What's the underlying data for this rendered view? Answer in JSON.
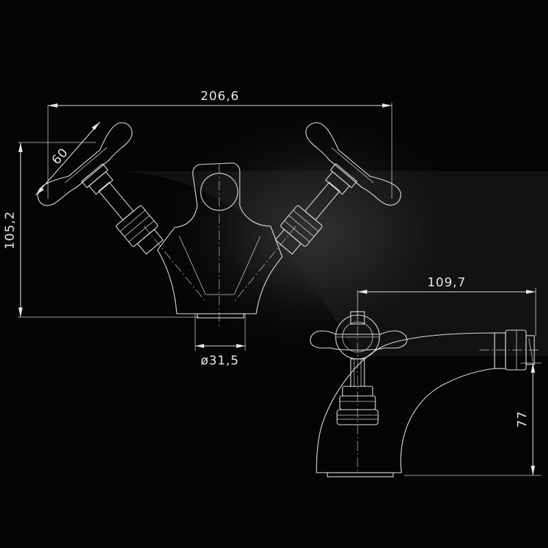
{
  "dimensions": {
    "overall_width": "206,6",
    "height": "105,2",
    "handle_angle": "60",
    "base_diameter": "ø31,5",
    "side_depth": "109,7",
    "side_height": "77"
  }
}
